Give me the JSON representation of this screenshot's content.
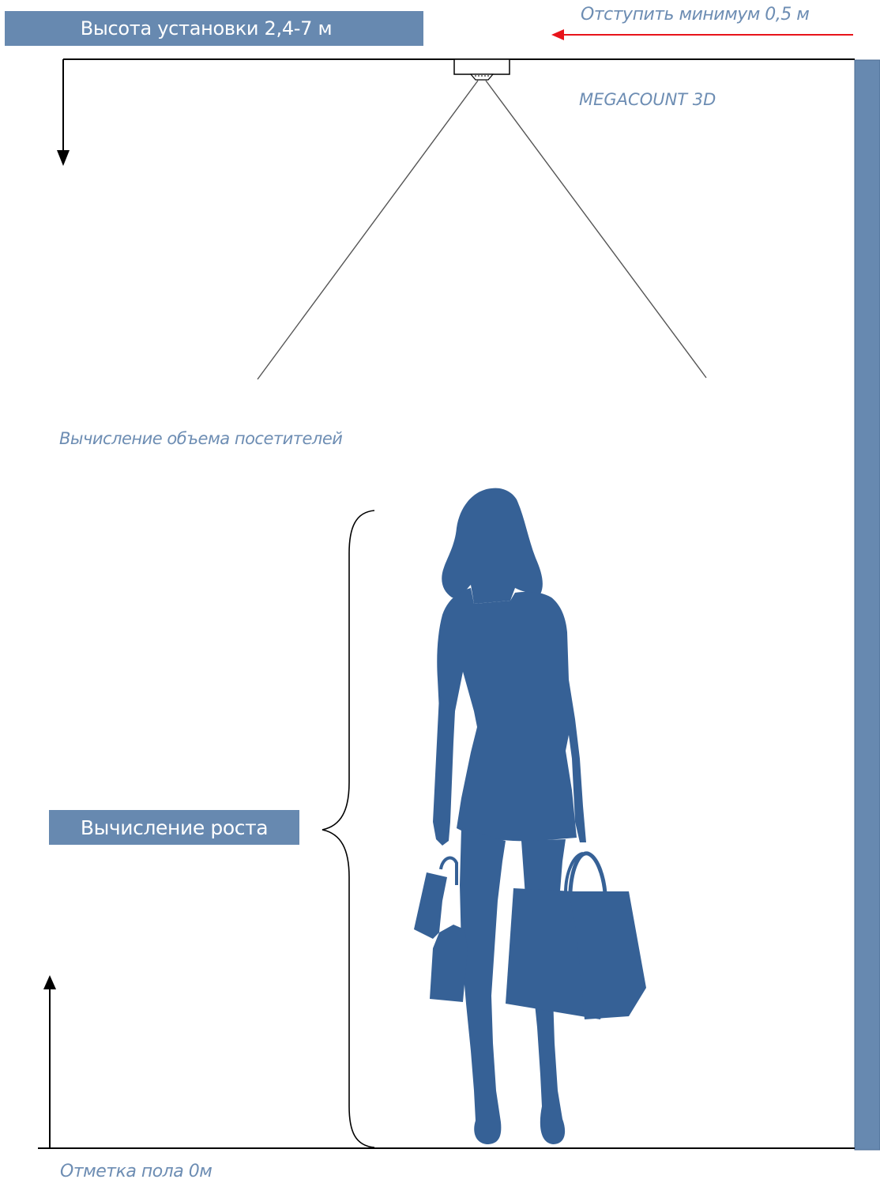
{
  "install_height_label": "Высота установки 2,4-7 м",
  "offset_label": "Отступить минимум 0,5 м",
  "device_label": "MEGACOUNT 3D",
  "volume_label": "Вычисление объема посетителей",
  "height_calc_label": "Вычисление роста",
  "floor_label": "Отметка пола 0м",
  "colors": {
    "accent_blue": "#6789b0",
    "label_blue": "#6d8db3",
    "silhouette_blue": "#366196",
    "wall_blue": "#6789b0",
    "offset_arrow": "#e8141b",
    "lines": "#000000"
  },
  "icons": {
    "sensor": "ceiling-mounted-3d-sensor",
    "person": "woman-with-shopping-bags-silhouette"
  }
}
